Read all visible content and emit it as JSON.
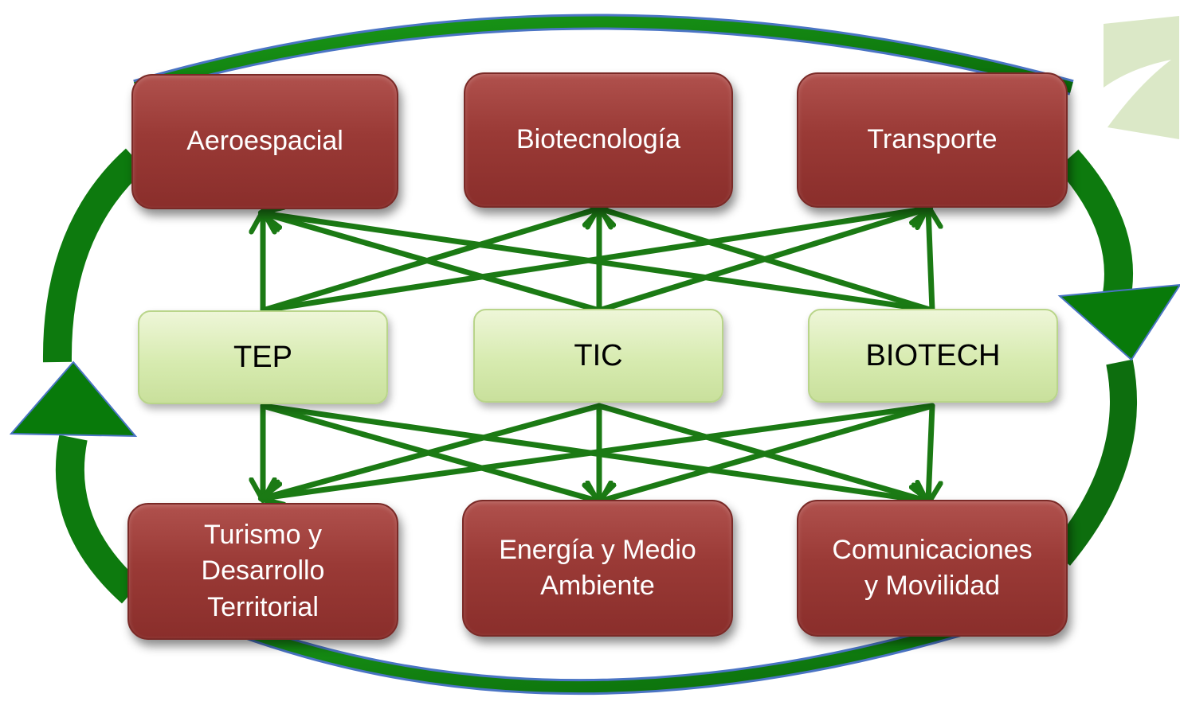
{
  "sectors_top": [
    "Aeroespacial",
    "Biotecnología",
    "Transporte"
  ],
  "technologies": [
    "TEP",
    "TIC",
    "BIOTECH"
  ],
  "sectors_bottom": [
    "Turismo y\nDesarrollo\nTerritorial",
    "Energía y Medio\nAmbiente",
    "Comunicaciones\ny Movilidad"
  ],
  "colors": {
    "arrow": "#1b7a14",
    "ring": "#158a12",
    "sector_fill": "#9a3a36",
    "tech_fill": "#d7ebb0"
  }
}
